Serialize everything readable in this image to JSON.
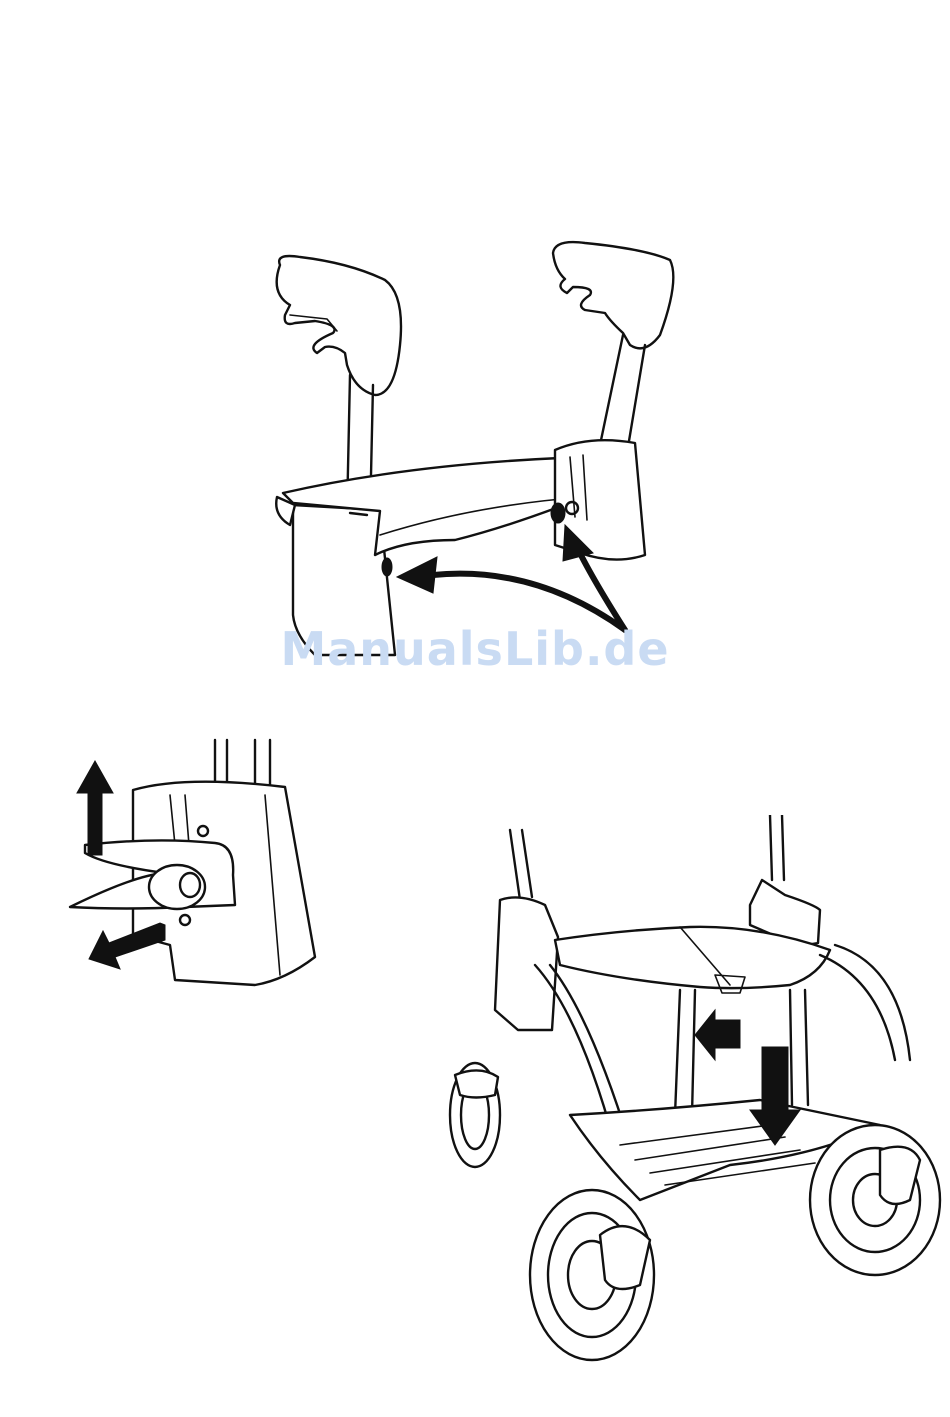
{
  "watermark": {
    "text": "ManualsLib.de",
    "color": "#c9dbf3"
  },
  "figures": [
    {
      "id": "figure-1",
      "description_icon": "seat-mounting-arrows-icon"
    },
    {
      "id": "figure-2",
      "description_icon": "lock-release-arrows-icon"
    },
    {
      "id": "figure-3",
      "description_icon": "rollator-folding-arrows-icon"
    }
  ],
  "colors": {
    "ink": "#111111",
    "paper": "#ffffff"
  }
}
